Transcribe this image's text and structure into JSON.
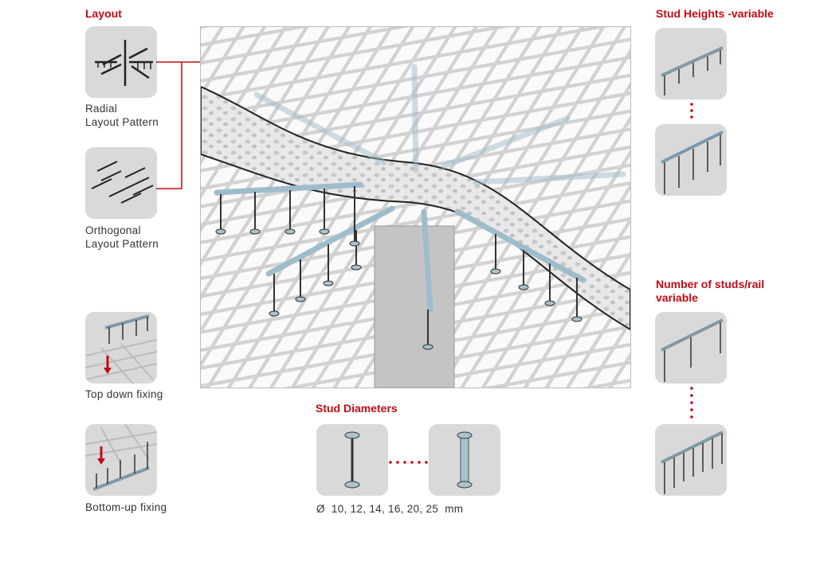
{
  "headings": {
    "layout": "Layout",
    "stud_heights": "Stud Heights -variable",
    "studs_per_rail": "Number of studs/rail variable",
    "stud_diameters": "Stud Diameters"
  },
  "labels": {
    "radial_1": "Radial",
    "radial_2": "Layout Pattern",
    "orthogonal_1": "Orthogonal",
    "orthogonal_2": "Layout Pattern",
    "top_down": "Top down fixing",
    "bottom_up": "Bottom-up fixing",
    "diameters": "Ø  10, 12, 14, 16, 20, 25  mm"
  },
  "colors": {
    "accent": "#c20a14",
    "tile": "#d9d9d9",
    "rail": "#a9c3cf"
  }
}
